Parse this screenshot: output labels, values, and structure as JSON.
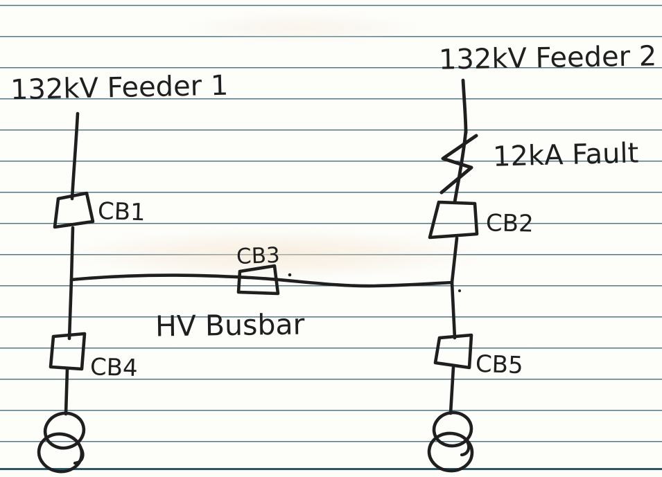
{
  "paper": {
    "background_color": "#fdfdfa",
    "ruled_line_color": "#36606f",
    "ink_color": "#1f1f1f"
  },
  "labels": {
    "feeder1": "132kV Feeder 1",
    "feeder2": "132kV Feeder 2",
    "fault": "12kA Fault",
    "cb1": "CB1",
    "cb2": "CB2",
    "cb3": "CB3",
    "cb4": "CB4",
    "cb5": "CB5",
    "busbar": "HV Busbar"
  },
  "diagram": {
    "type": "hand-drawn single-line power diagram",
    "elements": [
      {
        "name": "feeder-1",
        "label": "132kV Feeder 1"
      },
      {
        "name": "feeder-2",
        "label": "132kV Feeder 2"
      },
      {
        "name": "fault-marker",
        "label": "12kA Fault"
      },
      {
        "name": "circuit-breaker-1",
        "label": "CB1"
      },
      {
        "name": "circuit-breaker-2",
        "label": "CB2"
      },
      {
        "name": "circuit-breaker-3",
        "label": "CB3"
      },
      {
        "name": "circuit-breaker-4",
        "label": "CB4"
      },
      {
        "name": "circuit-breaker-5",
        "label": "CB5"
      },
      {
        "name": "hv-busbar",
        "label": "HV Busbar"
      },
      {
        "name": "transformer-1",
        "label": ""
      },
      {
        "name": "transformer-2",
        "label": ""
      }
    ]
  }
}
